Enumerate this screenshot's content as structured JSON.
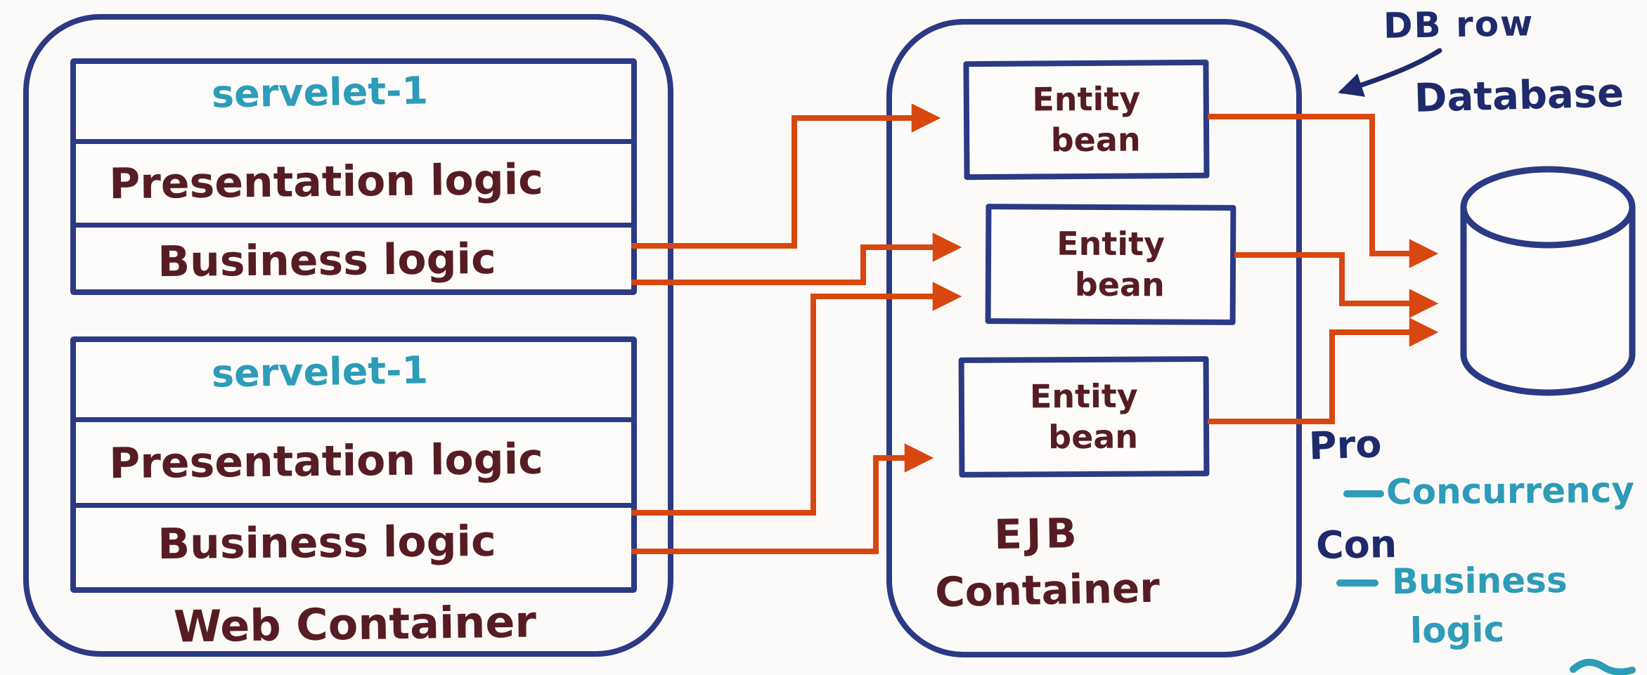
{
  "colors": {
    "ink_navy_border": "#2b3a85",
    "ink_navy_text": "#1e2a6b",
    "ink_teal": "#2d9cb8",
    "ink_maroon": "#571c23",
    "ink_orange": "#d8470f",
    "background": "#fbfaf8"
  },
  "web_container": {
    "label": "Web Container",
    "servlets": [
      {
        "title": "servelet-1",
        "layers": [
          "Presentation logic",
          "Business logic"
        ]
      },
      {
        "title": "servelet-1",
        "layers": [
          "Presentation logic",
          "Business logic"
        ]
      }
    ]
  },
  "ejb_container": {
    "label": [
      "EJB",
      "Container"
    ],
    "beans": [
      {
        "label": [
          "Entity",
          "bean"
        ]
      },
      {
        "label": [
          "Entity",
          "bean"
        ]
      },
      {
        "label": [
          "Entity",
          "bean"
        ]
      }
    ]
  },
  "database": {
    "label": "Database",
    "row_annotation": "DB row"
  },
  "notes": {
    "pro_heading": "Pro",
    "pro_item": "Concurrency",
    "con_heading": "Con",
    "con_item_lines": [
      "Business",
      "logic"
    ]
  }
}
